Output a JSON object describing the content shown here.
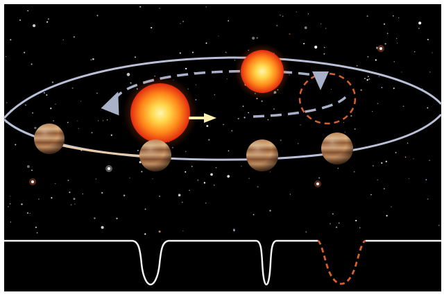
{
  "scene": {
    "background_color": "#000000",
    "frame_color": "#ffffff",
    "colors": {
      "outer_orbit": "#b9bfd6",
      "inner_orbit_visible": "#a9b1c9",
      "inner_orbit_hidden": "#d8602a",
      "lightcurve": "#f2f2f2",
      "lightcurve_hidden": "#d8602a",
      "motion_arrow": "#fff2b0",
      "star_core": "#fff7b0",
      "star_mid": "#ff8a1a",
      "star_edge": "#e22a10",
      "planet_light": "#d9a878",
      "planet_dark": "#7a4a2a"
    },
    "icons": {
      "primary_star": "glowing-star-icon",
      "secondary_star": "glowing-star-icon",
      "planet": "gas-giant-icon",
      "motion": "arrow-right-icon"
    },
    "planets_count": 4,
    "transit_dips": [
      {
        "label": "",
        "style": "solid",
        "relative_depth": 1.0
      },
      {
        "label": "",
        "style": "solid",
        "relative_depth": 0.9
      },
      {
        "label": "",
        "style": "dashed",
        "relative_depth": 0.85
      }
    ]
  }
}
